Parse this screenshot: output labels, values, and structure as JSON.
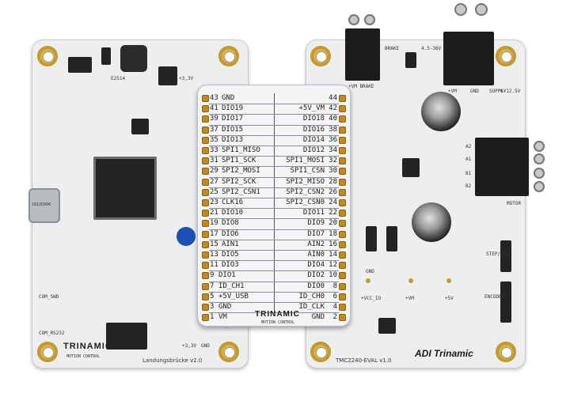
{
  "left_board": {
    "brand": "TRINAMIC",
    "brand_sub": "MOTION CONTROL",
    "title": "Landungsbrücke v2.0",
    "usb_label": "1812DX06",
    "silk": [
      "E2514",
      "+3,3V",
      "COM_SWD",
      "COM_RS232",
      "GND",
      "+5V_USB",
      "+3,3V",
      "GND"
    ]
  },
  "bridge": {
    "brand": "TRINAMIC",
    "brand_sub": "MOTION CONTROL",
    "rows": [
      {
        "ln": "43",
        "l": "GND",
        "r": "",
        "rn": "44"
      },
      {
        "ln": "41",
        "l": "DIO19",
        "r": "+5V_VM",
        "rn": "42"
      },
      {
        "ln": "39",
        "l": "DIO17",
        "r": "DIO18",
        "rn": "40"
      },
      {
        "ln": "37",
        "l": "DIO15",
        "r": "DIO16",
        "rn": "38"
      },
      {
        "ln": "35",
        "l": "DIO13",
        "r": "DIO14",
        "rn": "36"
      },
      {
        "ln": "33",
        "l": "SPI1_MISO",
        "r": "DIO12",
        "rn": "34"
      },
      {
        "ln": "31",
        "l": "SPI1_SCK",
        "r": "SPI1_MOSI",
        "rn": "32"
      },
      {
        "ln": "29",
        "l": "SPI2_MOSI",
        "r": "SPI1_CSN",
        "rn": "30"
      },
      {
        "ln": "27",
        "l": "SPI2_SCK",
        "r": "SPI2_MISO",
        "rn": "28"
      },
      {
        "ln": "25",
        "l": "SPI2_CSN1",
        "r": "SPI2_CSN2",
        "rn": "26"
      },
      {
        "ln": "23",
        "l": "CLK16",
        "r": "SPI2_CSN0",
        "rn": "24"
      },
      {
        "ln": "21",
        "l": "DIO10",
        "r": "DIO11",
        "rn": "22"
      },
      {
        "ln": "19",
        "l": "DIO8",
        "r": "DIO9",
        "rn": "20"
      },
      {
        "ln": "17",
        "l": "DIO6",
        "r": "DIO7",
        "rn": "18"
      },
      {
        "ln": "15",
        "l": "AIN1",
        "r": "AIN2",
        "rn": "16"
      },
      {
        "ln": "13",
        "l": "DIO5",
        "r": "AIN0",
        "rn": "14"
      },
      {
        "ln": "11",
        "l": "DIO3",
        "r": "DIO4",
        "rn": "12"
      },
      {
        "ln": "9",
        "l": "DIO1",
        "r": "DIO2",
        "rn": "10"
      },
      {
        "ln": "7",
        "l": "ID_CH1",
        "r": "DIO0",
        "rn": "8"
      },
      {
        "ln": "5",
        "l": "+5V_USB",
        "r": "ID_CH0",
        "rn": "6"
      },
      {
        "ln": "3",
        "l": "GND",
        "r": "ID_CLK",
        "rn": "4"
      },
      {
        "ln": "1",
        "l": "VM",
        "r": "GND",
        "rn": "2"
      }
    ]
  },
  "right_board": {
    "brand": "ADI Trinamic",
    "title": "TMC2240-EVAL v1.0",
    "silk": [
      "BRAKE",
      "4.5-36V",
      "+VM BRAKE",
      "+VM",
      "GND",
      "SUPPLY",
      "0-12.5V",
      "A2",
      "A1",
      "B1",
      "B2",
      "MOTOR",
      "STEP/DIR",
      "ENCODER",
      "GND",
      "+VCC_IO",
      "+VM",
      "+5V"
    ]
  },
  "colors": {
    "board": "#eceef0",
    "gold": "#d8b24a",
    "chip": "#222426",
    "adi_blue": "#0a3a8c"
  }
}
